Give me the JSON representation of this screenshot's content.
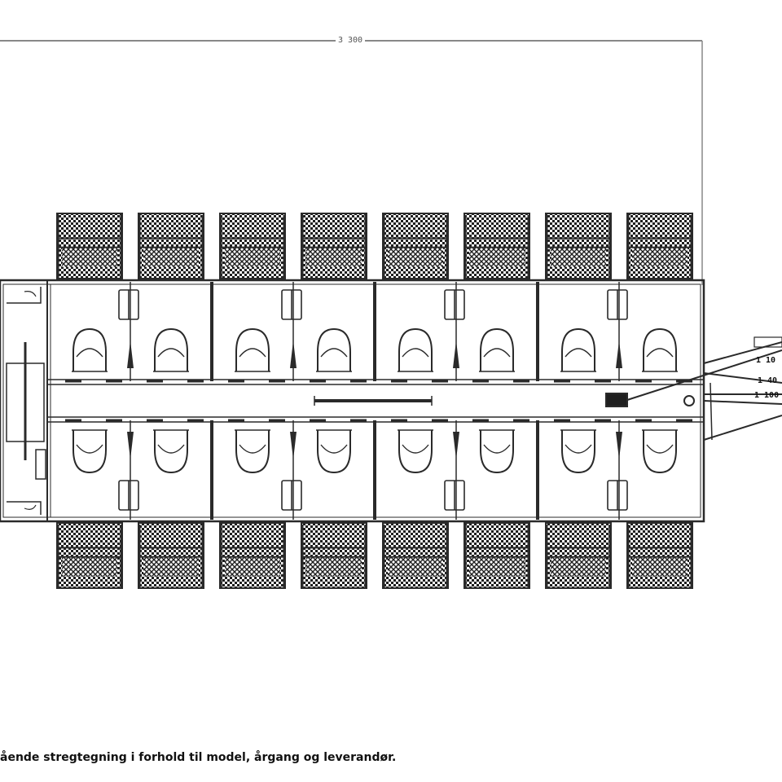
{
  "drawing": {
    "overall_dimension": "3 300",
    "bay_count": 8,
    "caption": "ående stregtegning i forhold til model, årgang og leverandør.",
    "hitch_labels": [
      "1 10",
      "1 40",
      "1 100"
    ],
    "colors": {
      "line": "#2a2a2a",
      "light_line": "#888888",
      "panel_fill": "#1f1f1f",
      "background": "#ffffff"
    },
    "icons": [
      "gate-panel-icon",
      "saddle-icon",
      "hay-rack-icon",
      "door-icon",
      "hitch-icon"
    ]
  }
}
